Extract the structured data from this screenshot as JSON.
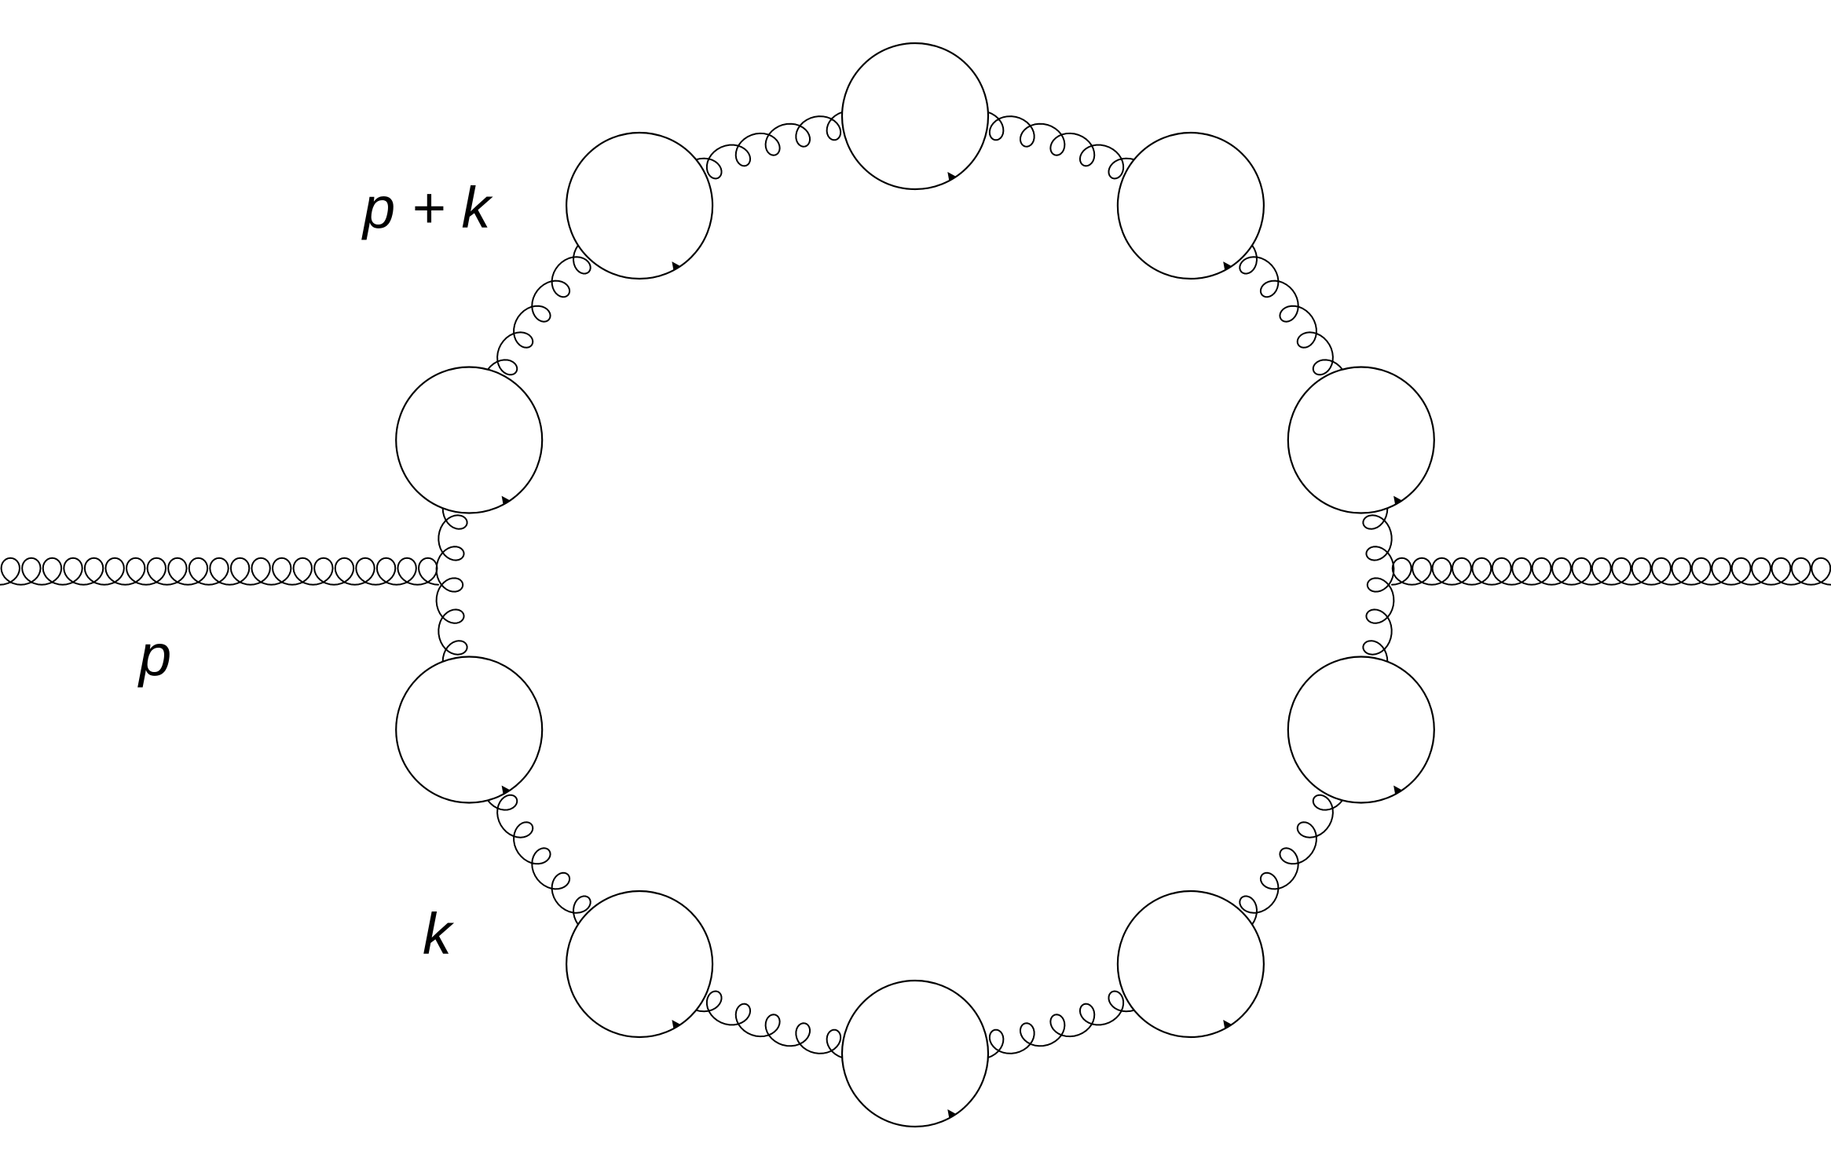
{
  "diagram": {
    "labels": {
      "p_plus_k": "p + k",
      "p": "p",
      "k": "k"
    },
    "blob_count": 10,
    "colors": {
      "line": "#000000",
      "background": "#ffffff"
    }
  }
}
